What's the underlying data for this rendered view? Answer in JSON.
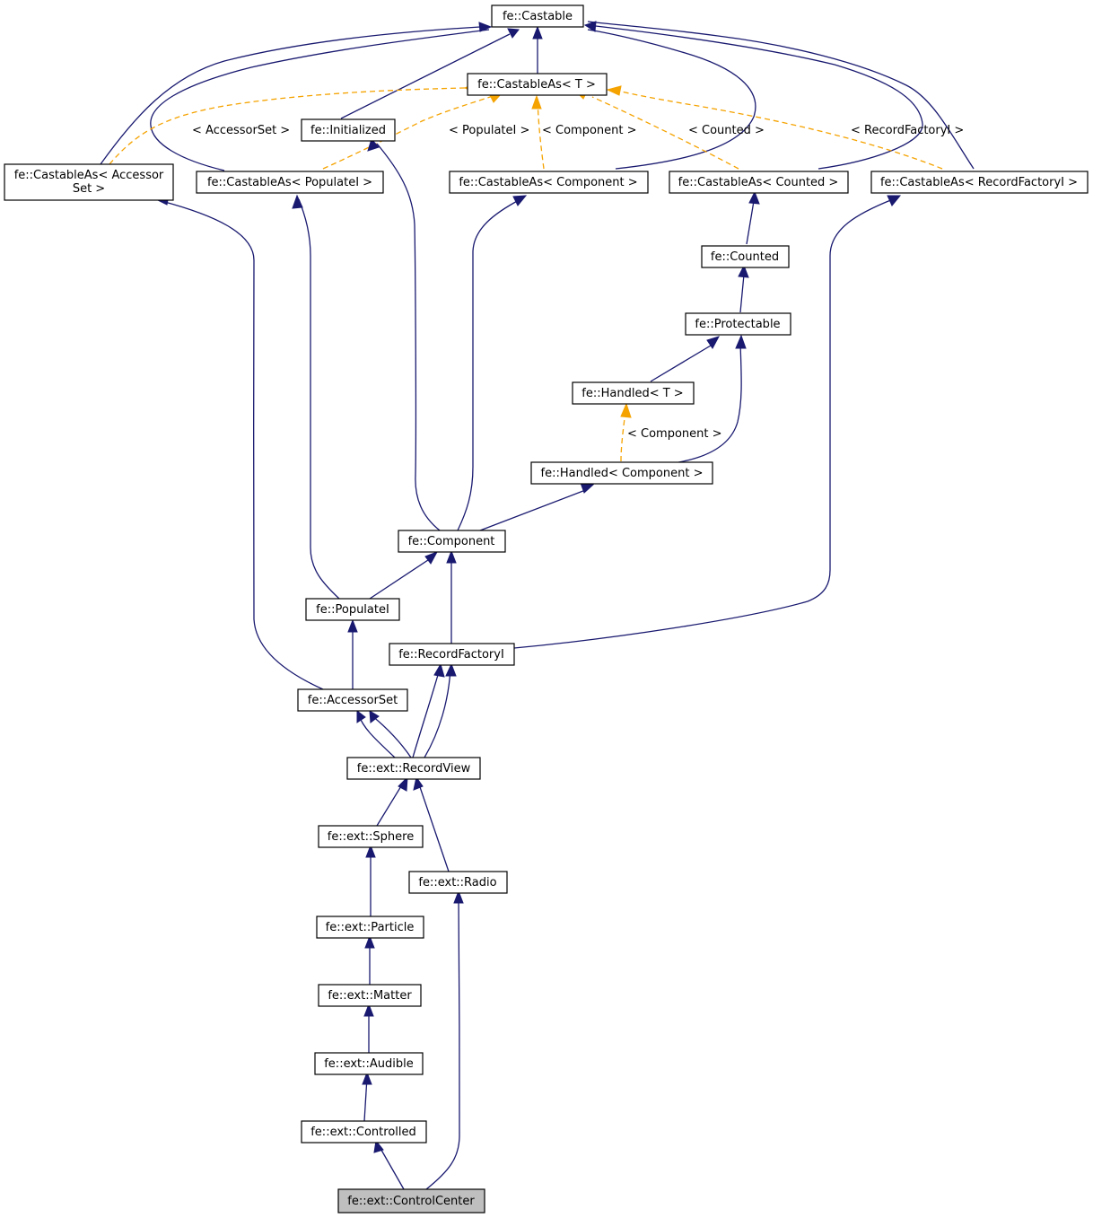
{
  "nodes": {
    "castable": "fe::Castable",
    "castable_as_t": "fe::CastableAs< T >",
    "initialized": "fe::Initialized",
    "castable_as_accessor_set": [
      "fe::CastableAs< Accessor",
      "Set >"
    ],
    "castable_as_populate_i": "fe::CastableAs< PopulateI >",
    "castable_as_component": "fe::CastableAs< Component >",
    "castable_as_counted": "fe::CastableAs< Counted >",
    "castable_as_record_factory_i": "fe::CastableAs< RecordFactoryI >",
    "counted": "fe::Counted",
    "protectable": "fe::Protectable",
    "handled_t": "fe::Handled< T >",
    "handled_component": "fe::Handled< Component >",
    "component": "fe::Component",
    "populate_i": "fe::PopulateI",
    "record_factory_i": "fe::RecordFactoryI",
    "accessor_set": "fe::AccessorSet",
    "record_view": "fe::ext::RecordView",
    "sphere": "fe::ext::Sphere",
    "radio": "fe::ext::Radio",
    "particle": "fe::ext::Particle",
    "matter": "fe::ext::Matter",
    "audible": "fe::ext::Audible",
    "controlled": "fe::ext::Controlled",
    "control_center": "fe::ext::ControlCenter"
  },
  "edge_labels": {
    "accessor_set": "< AccessorSet >",
    "populate_i": "< PopulateI >",
    "component": "< Component >",
    "counted": "< Counted >",
    "record_factory_i": "< RecordFactoryI >",
    "handled_component": "< Component >"
  },
  "colors": {
    "inheritance_edge": "#191970",
    "template_edge": "#f5a300",
    "current_node_fill": "#bfbfbf",
    "node_fill": "#ffffff"
  }
}
